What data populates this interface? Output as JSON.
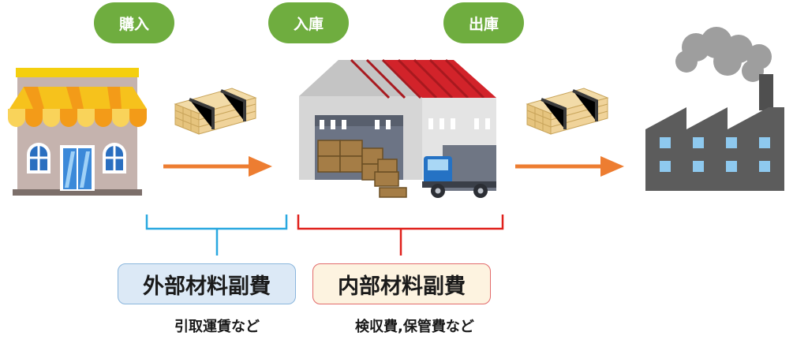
{
  "stages": {
    "purchase": "購入",
    "stock_in": "入庫",
    "stock_out": "出庫"
  },
  "costs": {
    "external": {
      "label": "外部材料副費",
      "examples": "引取運賃など",
      "bracket_color": "#29a8e0",
      "box_fill": "#dce9f6"
    },
    "internal": {
      "label": "内部材料副費",
      "examples": "検収費,保管費など",
      "bracket_color": "#e0201b",
      "box_fill": "#fdf3e0"
    }
  },
  "colors": {
    "stage_pill": "#6fad3f",
    "flow_arrow": "#ed7d31"
  },
  "icons": [
    "store-icon",
    "lumber-icon",
    "warehouse-icon",
    "truck-icon",
    "factory-icon"
  ]
}
